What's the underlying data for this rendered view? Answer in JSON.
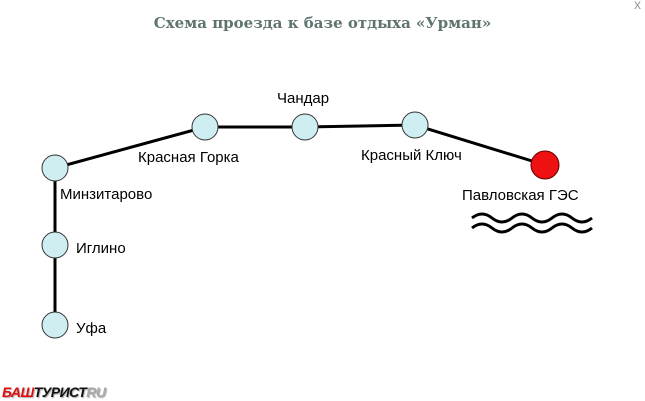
{
  "title": "Схема проезда к базе отдыха «Урман»",
  "close_label": "x",
  "stations": [
    "Уфа",
    "Иглино",
    "Минзитарово",
    "Красная Горка",
    "Чандар",
    "Красный Ключ",
    "Павловская ГЭС"
  ],
  "logo": {
    "part1": "БАШ",
    "part2": "ТУРИСТ",
    "part3": "RU"
  },
  "colors": {
    "node": "#cfeef2",
    "destination": "#ee1111",
    "title": "#5f7370"
  }
}
